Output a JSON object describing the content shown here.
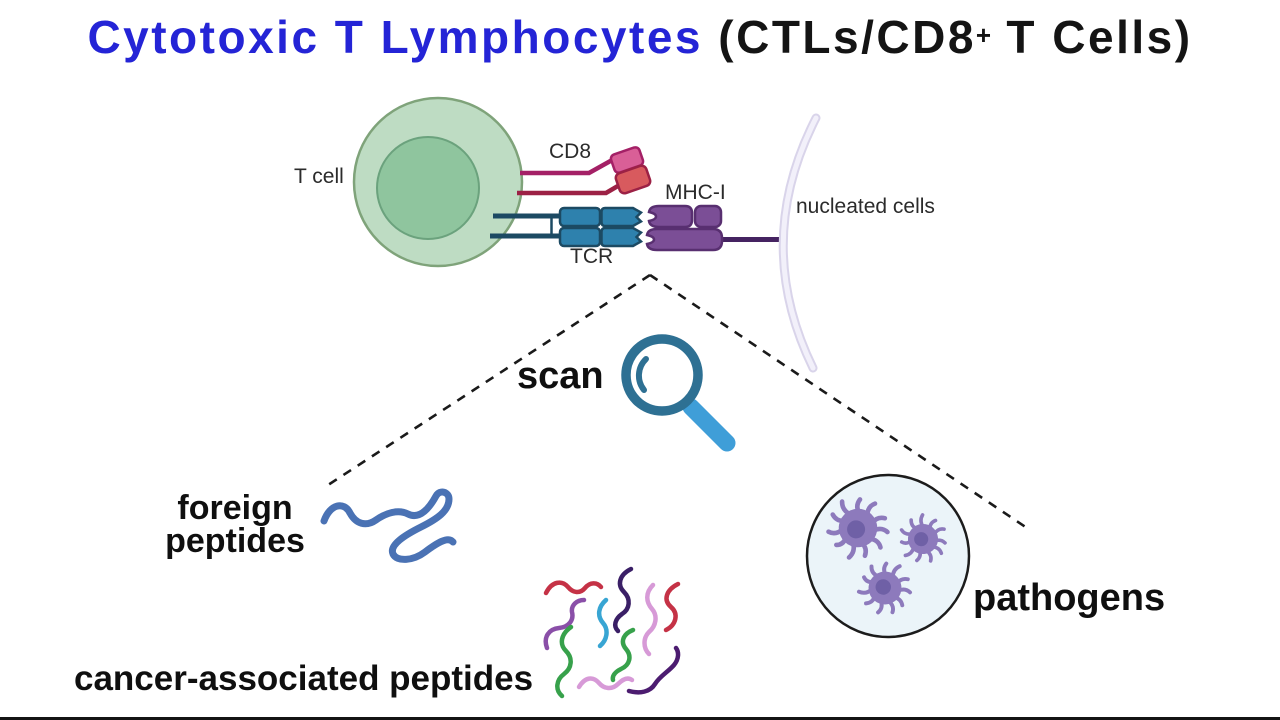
{
  "title": {
    "highlight": "Cytotoxic T Lymphocytes",
    "rest_open": " (CTLs/CD8",
    "superscript": "+",
    "rest_close": " T Cells)"
  },
  "diagram": {
    "t_cell_label": "T cell",
    "cd8_label": "CD8",
    "tcr_label": "TCR",
    "mhc1_label": "MHC-I",
    "nucleated_cells_label": "nucleated cells",
    "scan_label": "scan",
    "foreign_peptides_line1": "foreign",
    "foreign_peptides_line2": "peptides",
    "cancer_peptides_label": "cancer-associated peptides",
    "pathogens_label": "pathogens"
  },
  "colors": {
    "title_blue": "#2424d6",
    "title_black": "#141414",
    "t_cell_fill": "#bedcc3",
    "t_cell_stroke": "#7fa37a",
    "t_cell_nucleus_fill": "#8fc59e",
    "t_cell_nucleus_stroke": "#6ba27d",
    "cd8_top_chain": "#a42066",
    "cd8_top_box_fill": "#d95f97",
    "cd8_bottom_chain": "#9c2145",
    "cd8_bottom_box_fill": "#d85a5e",
    "tcr_fill": "#2e81ad",
    "tcr_stroke": "#1c4a63",
    "mhc1_fill": "#7b4e96",
    "mhc1_stroke": "#582f70",
    "mhc1_stem": "#452361",
    "membrane_outer": "#d9d4ea",
    "membrane_inner": "#f2f0fa",
    "dashed_line": "#1a1a1a",
    "magnifier_ring": "#2e7093",
    "magnifier_handle": "#3f9ed8",
    "foreign_peptide": "#4a72b4",
    "pathogen_circle_fill": "#ebf4f9",
    "pathogen_circle_stroke": "#1c1c1c",
    "virus_body": "#8d7abc",
    "virus_core": "#6f60a6",
    "squiggle_red": "#c53246",
    "squiggle_indigo": "#3a1f66",
    "squiggle_orchid": "#d79ad7",
    "squiggle_cyan": "#38a5d3",
    "squiggle_purple": "#8a4fa8",
    "squiggle_green": "#37a14b",
    "squiggle_dark_purple": "#4c1c70"
  }
}
